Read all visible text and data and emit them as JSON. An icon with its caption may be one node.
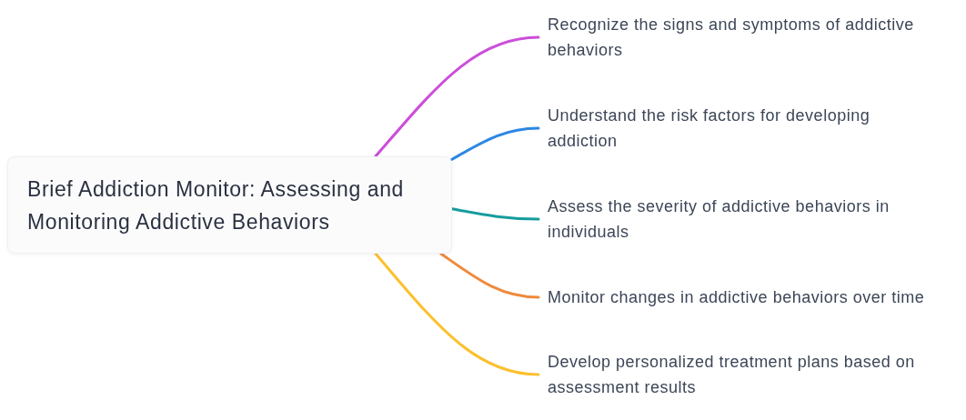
{
  "diagram": {
    "nodes": [
      {
        "text": [
          "Brief Addiction Monitor: Assessing and Monitoring Addictive Behaviors"
        ]
      },
      {
        "text": [
          "Recognize the signs and symptoms of addictive behaviors"
        ]
      },
      {
        "text": [
          "Understand the risk factors for developing addiction"
        ]
      },
      {
        "text": [
          "Assess the severity of addictive behaviors in individuals"
        ]
      },
      {
        "text": [
          "Monitor changes in addictive behaviors over time"
        ]
      },
      {
        "text": [
          "Develop personalized treatment plans based on assessment results"
        ]
      }
    ],
    "edges": [
      {
        "from": 0,
        "to": 1,
        "arrow": "none",
        "color": "#cc4ed9"
      },
      {
        "from": 0,
        "to": 2,
        "arrow": "none",
        "color": "#2d87e2"
      },
      {
        "from": 0,
        "to": 3,
        "arrow": "none",
        "color": "#169c9c"
      },
      {
        "from": 0,
        "to": 4,
        "arrow": "none",
        "color": "#ef8a3c"
      },
      {
        "from": 0,
        "to": 5,
        "arrow": "none",
        "color": "#fbc02d"
      }
    ]
  }
}
